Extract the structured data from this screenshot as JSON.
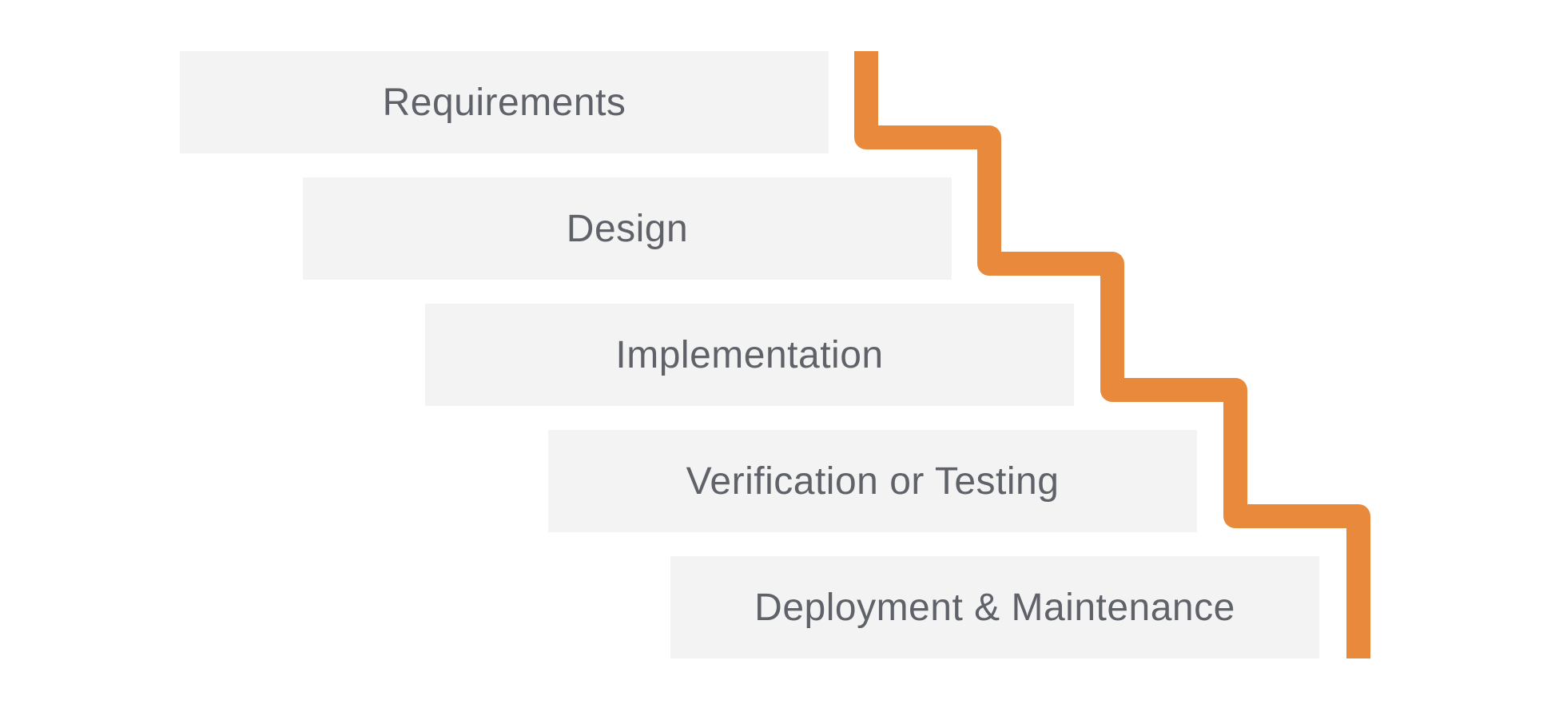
{
  "diagram": {
    "type": "waterfall-staircase",
    "steps": [
      {
        "label": "Requirements"
      },
      {
        "label": "Design"
      },
      {
        "label": "Implementation"
      },
      {
        "label": "Verification or Testing"
      },
      {
        "label": "Deployment & Maintenance"
      }
    ],
    "colors": {
      "step_background": "#f3f3f4",
      "step_text": "#5f6369",
      "stair_line": "#e8893b",
      "page_background": "#ffffff"
    }
  }
}
